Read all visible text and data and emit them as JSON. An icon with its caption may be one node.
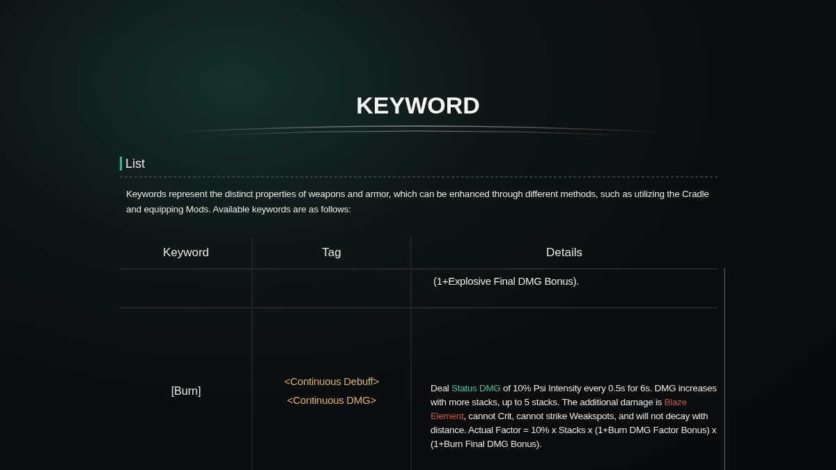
{
  "diagram": {
    "title": "KEYWORD",
    "labels": [
      "List",
      "Keywords represent the distinct properties of weapons and armor, which can be enhanced through different methods, such as utilizing the Cradle and equipping Mods. Available keywords are as follows:",
      "Keyword",
      "Tag",
      "Details",
      "(1+Explosive Final DMG Bonus).",
      "[Burn]",
      "<Continuous Debuff>",
      "<Continuous DMG>",
      "Deal **Status DMG** of 10% Psi Intensity every 0.5s for 6s. DMG increases with more stacks, up to 5 stacks. The additional damage is *Blaze Element*, cannot Crit, cannot strike Weakspots, and will not decay with distance. Actual Factor = 10% x Stacks x (1+Burn DMG Factor Bonus) x (1+Burn Final DMG Bonus)."
    ]
  }
}
